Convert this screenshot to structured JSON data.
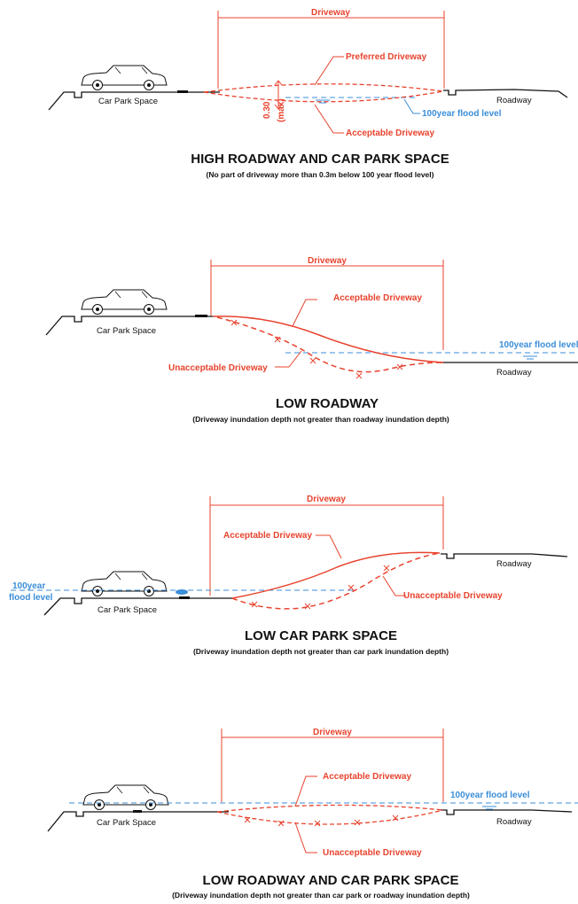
{
  "colors": {
    "driveway": "#e8432e",
    "flood": "#3b8ed8",
    "ground": "#111111"
  },
  "panels": [
    {
      "driveway_label": "Driveway",
      "preferred_label": "Preferred Driveway",
      "acceptable_label": "Acceptable  Driveway",
      "depth_label": "0.30",
      "depth_sub": "(max)",
      "flood_label": "100year flood level",
      "car_park_label": "Car Park Space",
      "roadway_label": "Roadway",
      "title": "HIGH ROADWAY AND CAR PARK SPACE",
      "subtitle": "(No part of driveway more than 0.3m below 100 year flood level)"
    },
    {
      "driveway_label": "Driveway",
      "acceptable_label": "Acceptable Driveway",
      "unacceptable_label": "Unacceptable Driveway",
      "flood_label": "100year flood level",
      "car_park_label": "Car Park Space",
      "roadway_label": "Roadway",
      "title": "LOW ROADWAY",
      "subtitle": "(Driveway inundation depth not greater than roadway inundation depth)"
    },
    {
      "driveway_label": "Driveway",
      "acceptable_label": "Acceptable Driveway",
      "unacceptable_label": "Unacceptable Driveway",
      "flood_label_line1": "100year",
      "flood_label_line2": "flood level",
      "car_park_label": "Car Park Space",
      "roadway_label": "Roadway",
      "title": "LOW CAR PARK SPACE",
      "subtitle": "(Driveway inundation depth not greater than car park inundation depth)"
    },
    {
      "driveway_label": "Driveway",
      "acceptable_label": "Acceptable Driveway",
      "unacceptable_label": "Unacceptable  Driveway",
      "flood_label": "100year flood level",
      "car_park_label": "Car Park Space",
      "roadway_label": "Roadway",
      "title": "LOW ROADWAY AND CAR PARK SPACE",
      "subtitle": "(Driveway inundation depth not greater than car park or roadway inundation depth)"
    }
  ]
}
